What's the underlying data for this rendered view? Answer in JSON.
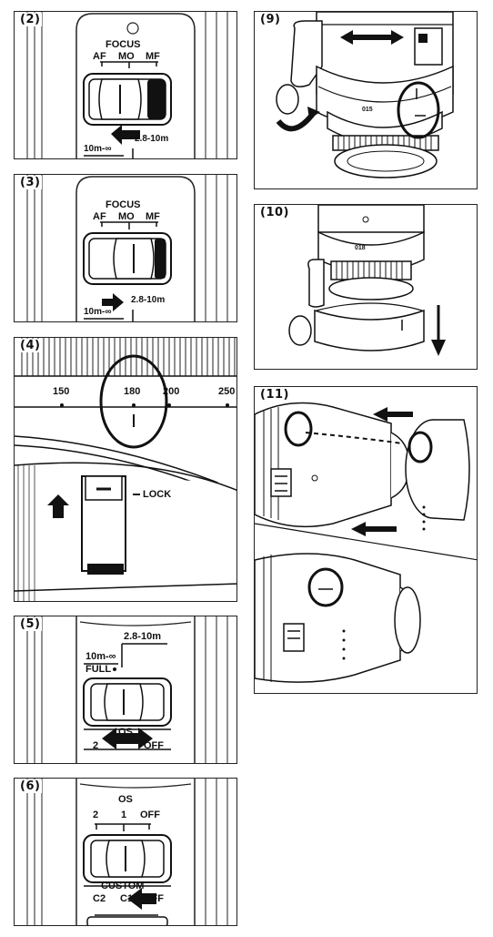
{
  "panels": {
    "p2": {
      "number": "(2)",
      "switch_title": "FOCUS",
      "opt1": "AF",
      "opt2": "MO",
      "opt3": "MF",
      "range_right": "2.8-10m",
      "range_left": "10m-∞"
    },
    "p3": {
      "number": "(3)",
      "switch_title": "FOCUS",
      "opt1": "AF",
      "opt2": "MO",
      "opt3": "MF",
      "range_right": "2.8-10m",
      "range_left": "10m-∞"
    },
    "p4": {
      "number": "(4)",
      "scale": [
        "150",
        "180",
        "200",
        "250"
      ],
      "lock_label": "LOCK"
    },
    "p5": {
      "number": "(5)",
      "range_top": "2.8-10m",
      "range_mid": "10m-∞",
      "full_label": "FULL",
      "os_label": "OS",
      "os_opt_left": "2",
      "os_opt_right": "OFF"
    },
    "p6": {
      "number": "(6)",
      "os_label": "OS",
      "opt1": "2",
      "opt2": "1",
      "opt3": "OFF",
      "custom_label": "CUSTOM",
      "c_opt1": "C2",
      "c_opt2": "C1",
      "c_opt3": "OFF"
    },
    "p9": {
      "number": "(9)",
      "mark": "015"
    },
    "p10": {
      "number": "(10)",
      "mark": "018"
    },
    "p11": {
      "number": "(11)"
    }
  }
}
